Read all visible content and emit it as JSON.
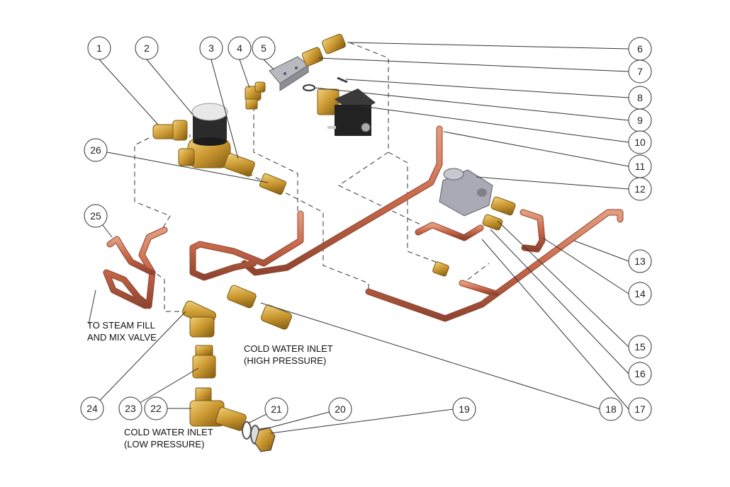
{
  "callouts": [
    "1",
    "2",
    "3",
    "4",
    "5",
    "6",
    "7",
    "8",
    "9",
    "10",
    "11",
    "12",
    "13",
    "14",
    "15",
    "16",
    "17",
    "18",
    "19",
    "20",
    "21",
    "22",
    "23",
    "24",
    "25",
    "26"
  ],
  "notes": {
    "steam_line1": "TO STEAM FILL",
    "steam_line2": "AND MIX VALVE",
    "high_line1": "COLD WATER INLET",
    "high_line2": "(HIGH PRESSURE)",
    "low_line1": "COLD WATER INLET",
    "low_line2": "(LOW PRESSURE)"
  },
  "colors": {
    "copper": "#c8684a",
    "copper_dark": "#8f4430",
    "brass": "#c9962f",
    "brass_dark": "#8a6316",
    "gauge": "#2b2b2b",
    "solenoid": "#2a2a2a",
    "gray_part": "#a9aab3",
    "leader": "#333333"
  }
}
